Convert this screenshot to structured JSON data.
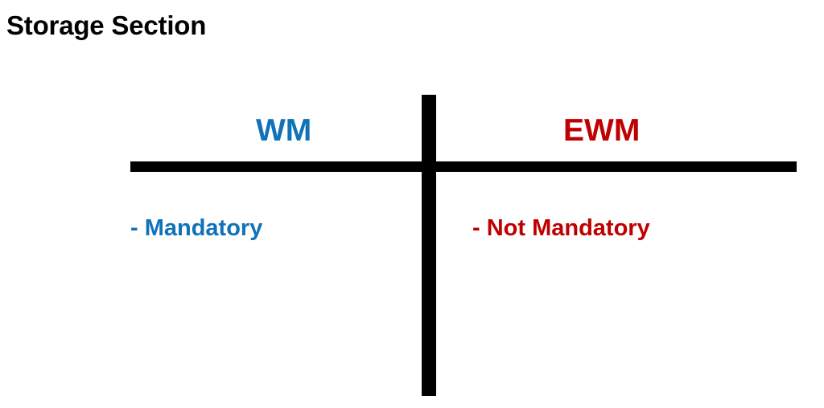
{
  "page": {
    "title": "Storage Section",
    "background_color": "#FFFFFF"
  },
  "colors": {
    "wm_blue": "#1072B8",
    "ewm_red": "#C00000",
    "divider_black": "#000000",
    "title_black": "#000000"
  },
  "comparison": {
    "columns": [
      {
        "id": "wm",
        "header": "WM",
        "color": "#1072B8",
        "items": [
          "- Mandatory"
        ]
      },
      {
        "id": "ewm",
        "header": "EWM",
        "color": "#C00000",
        "items": [
          "- Not Mandatory"
        ]
      }
    ]
  },
  "chart_data": {
    "type": "table",
    "title": "Storage Section",
    "xlabel": "",
    "ylabel": "",
    "categories": [
      "WM",
      "EWM"
    ],
    "rows": [
      {
        "attribute": "Storage Section",
        "WM": "- Mandatory",
        "EWM": "- Not Mandatory"
      }
    ],
    "annotations": [
      "Vertical black divider separates WM (left) from EWM (right)",
      "Horizontal black rule separates column headers from the content rows"
    ],
    "legend": [
      {
        "label": "WM",
        "color": "#1072B8"
      },
      {
        "label": "EWM",
        "color": "#C00000"
      }
    ],
    "grid": false,
    "legend_position": "top"
  }
}
